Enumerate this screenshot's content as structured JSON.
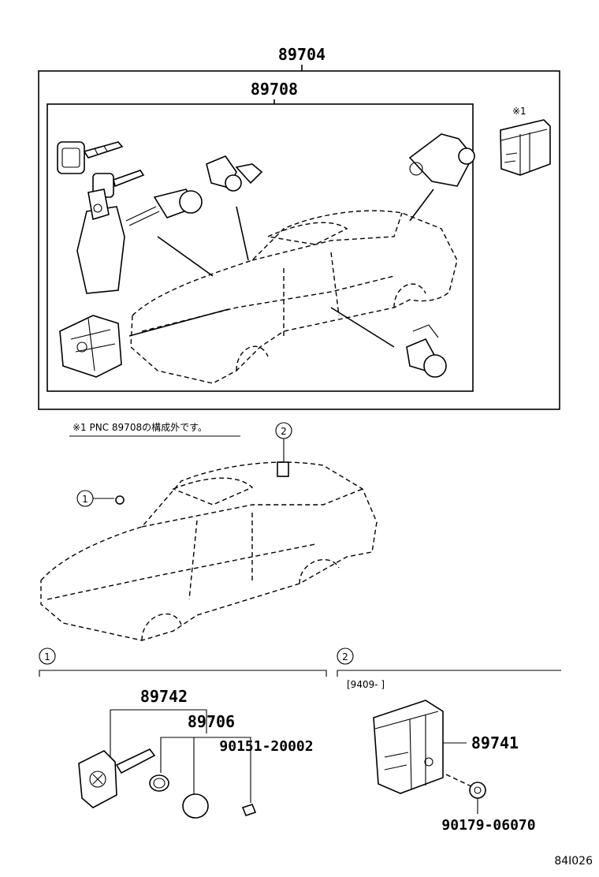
{
  "labels": {
    "assembly_top": "89704",
    "assembly_inner": "89708",
    "note_marker": "※1",
    "note_text": "※1 PNC 89708の構成外です。",
    "callout_1": "1",
    "callout_2": "2",
    "section_1": "1",
    "section_2": "2",
    "date_range": "[9409-      ]",
    "part_key_set": "89742",
    "part_key_plate": "89706",
    "part_screw": "90151-20002",
    "part_module": "89741",
    "part_nut": "90179-06070",
    "figure_id": "84I026"
  }
}
